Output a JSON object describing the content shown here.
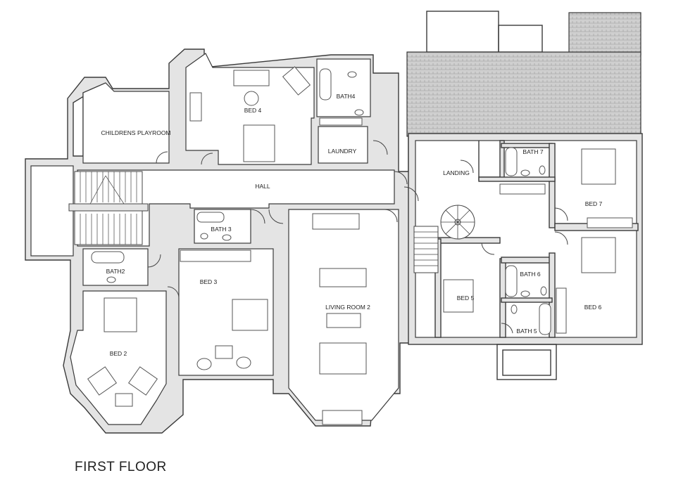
{
  "floor_title": "FIRST FLOOR",
  "rooms": {
    "childrens_playroom": "CHILDRENS PLAYROOM",
    "bed4": "BED 4",
    "bath4": "BATH4",
    "laundry": "LAUNDRY",
    "hall": "HALL",
    "landing": "LANDING",
    "bath7": "BATH 7",
    "bed7": "BED 7",
    "bath3": "BATH 3",
    "bath2": "BATH2",
    "bed3": "BED 3",
    "living_room_2": "LIVING ROOM 2",
    "bed5": "BED 5",
    "bath6": "BATH 6",
    "bed6": "BED 6",
    "bath5": "BATH 5",
    "bed2": "BED 2"
  }
}
